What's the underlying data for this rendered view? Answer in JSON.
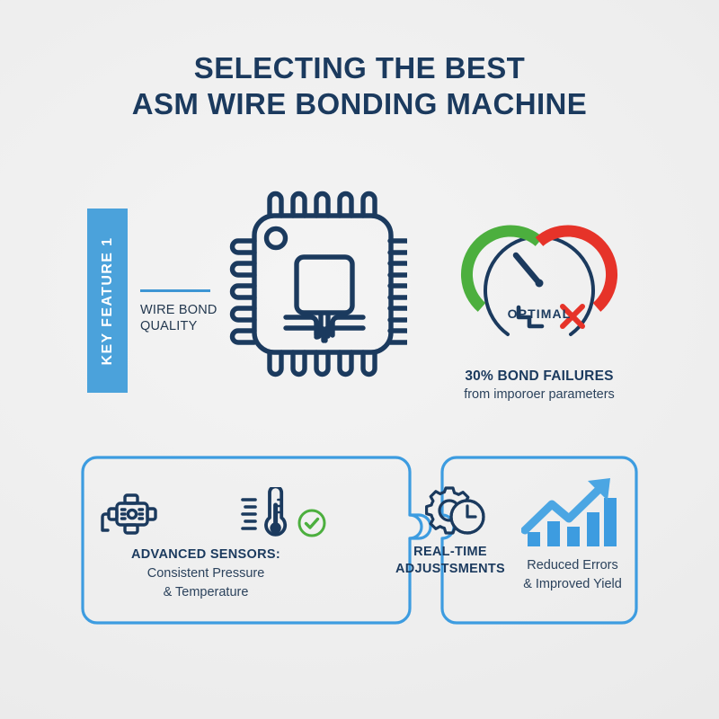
{
  "theme": {
    "navy": "#1b3a5e",
    "blue": "#4ba2db",
    "blue_dark": "#3d96d4",
    "green": "#4caf3e",
    "red": "#e63329",
    "background": "#eeeeee",
    "text_body": "#2b425c"
  },
  "title": {
    "line1": "SELECTING THE BEST",
    "line2": "ASM WIRE BONDING MACHINE"
  },
  "feature_banner": {
    "label": "KEY FEATURE 1",
    "caption_line1": "WIRE BOND",
    "caption_line2": "QUALITY"
  },
  "chip": {
    "icon": "microchip-icon"
  },
  "gauge": {
    "icon": "gauge-icon",
    "zone_label": "OPTIMAL",
    "needle_angle_deg": -38,
    "arc_segments": [
      {
        "name": "optimal-zone",
        "color": "#4caf3e",
        "span": "left-half"
      },
      {
        "name": "failure-zone",
        "color": "#e63329",
        "span": "right-half"
      }
    ],
    "stat_headline": "30% BOND FAILURES",
    "stat_sub": "from imporoer parameters",
    "fail_icon": "red-x-icon",
    "step_icon": "descending-step-icon"
  },
  "cards": {
    "left": {
      "icons": [
        "sensor-module-icon",
        "thermometer-icon",
        "green-check-icon"
      ],
      "heading": "ADVANCED SENSORS:",
      "sub_line1": "Consistent Pressure",
      "sub_line2": "& Temperature"
    },
    "right": {
      "icons": [
        "gear-clock-icon",
        "growth-bar-chart-icon"
      ],
      "heading_line1": "REAL-TIME",
      "heading_line2": "ADJUSTSMENTS",
      "sub_line1": "Reduced Errors",
      "sub_line2": "& Improved Yield"
    },
    "connector": "puzzle-tab-connector"
  },
  "chart_data": {
    "type": "bar",
    "title": "Reduced Errors & Improved Yield",
    "categories": [
      "1",
      "2",
      "3",
      "4",
      "5"
    ],
    "values": [
      12,
      30,
      22,
      46,
      68
    ],
    "series": [
      {
        "name": "yield-trend",
        "values": [
          12,
          30,
          22,
          46,
          68
        ]
      }
    ],
    "annotations": [
      "rising-arrow"
    ],
    "xlabel": "",
    "ylabel": "",
    "ylim": [
      0,
      80
    ],
    "grid": false,
    "legend": "none"
  }
}
